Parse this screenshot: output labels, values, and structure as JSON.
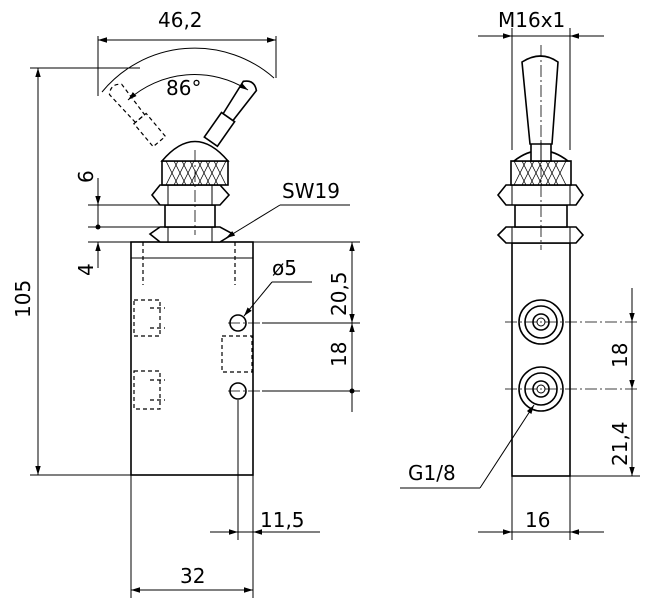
{
  "front_view": {
    "dim_width_top": "46,2",
    "dim_angle": "86°",
    "dim_height_total": "105",
    "dim_nut_upper": "6",
    "dim_nut_lower": "4",
    "dim_wrench": "SW19",
    "dim_hole_diameter": "ø5",
    "dim_port_upper": "20,5",
    "dim_port_spacing": "18",
    "dim_hole_offset": "11,5",
    "dim_body_width": "32"
  },
  "side_view": {
    "dim_thread": "M16x1",
    "dim_port_spacing": "18",
    "dim_port_bottom": "21,4",
    "dim_port_thread": "G1/8",
    "dim_body_width": "16"
  }
}
